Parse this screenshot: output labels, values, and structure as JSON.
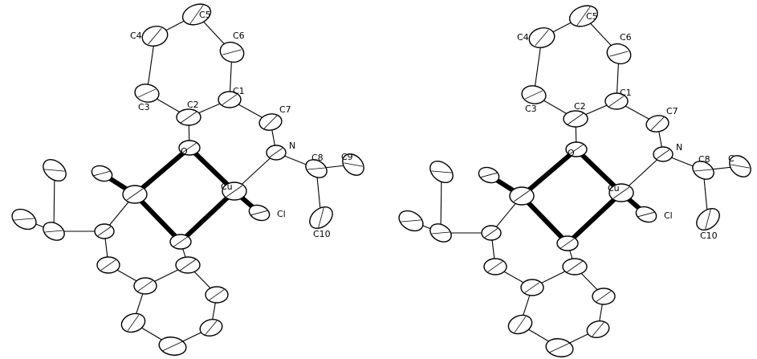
{
  "figure": {
    "views": [
      {
        "id": "left",
        "labels": {
          "C5": "C5",
          "C4": "C4",
          "C6": "C6",
          "C1": "C1",
          "C3": "C3",
          "C2": "C2",
          "C7": "C7",
          "O": "O",
          "N": "N",
          "C8": "C8",
          "C9": "C9",
          "Cu": "Cu",
          "Cl": "Cl",
          "C10": "C10"
        }
      },
      {
        "id": "right",
        "labels": {
          "C5": "C5",
          "C4": "C4",
          "C6": "C6",
          "C1": "C1",
          "C3": "C3",
          "C2": "C2",
          "C7": "C7",
          "O": "O",
          "N": "N",
          "C8": "C8",
          "C9": "C",
          "Cu": "Cu",
          "Cl": "Cl",
          "C10": "C10"
        }
      }
    ]
  }
}
